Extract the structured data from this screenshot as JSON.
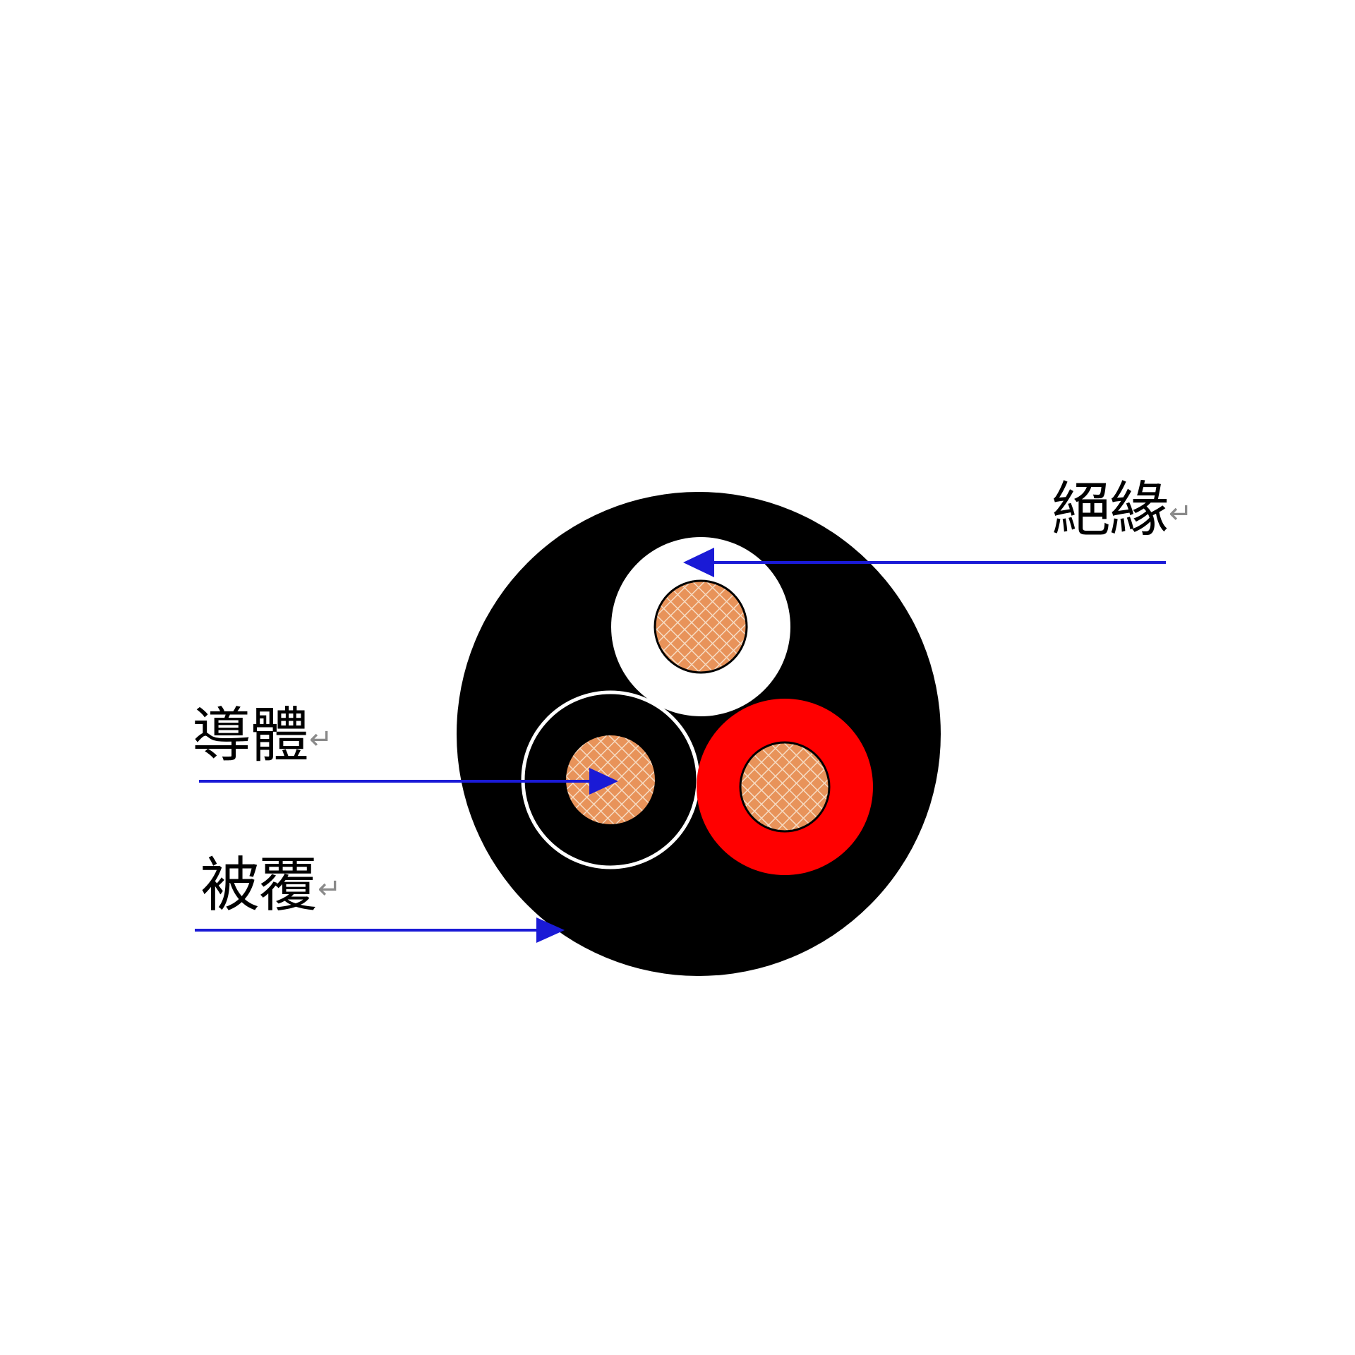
{
  "labels": {
    "insulation": "絕緣",
    "conductor": "導體",
    "sheath": "被覆",
    "paragraph_mark": "↵"
  },
  "colors": {
    "sheath": "#000000",
    "insulation_white": "#ffffff",
    "insulation_black_ring": "#ffffff",
    "insulation_red": "#ff0000",
    "conductor_fill": "#e8935a",
    "conductor_hatch": "#f6dcc4",
    "leader_line": "#1a1ad6"
  }
}
